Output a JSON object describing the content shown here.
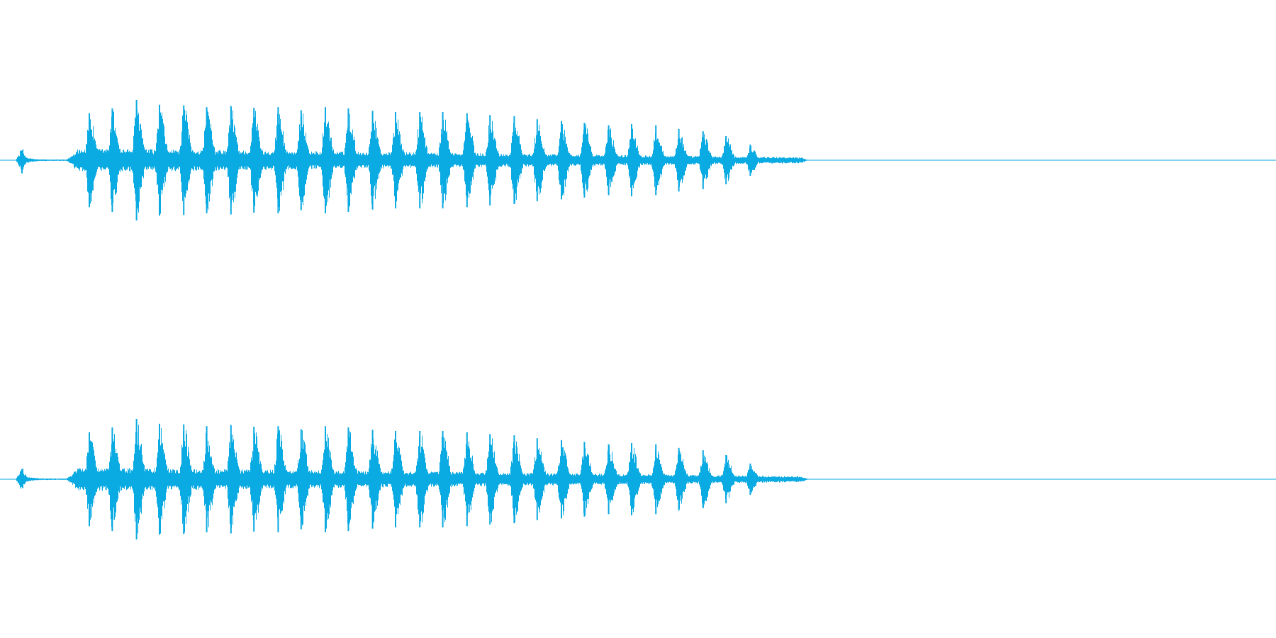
{
  "colors": {
    "background": "#ffffff",
    "waveform": "#0aaae2"
  },
  "chart_data": {
    "type": "area",
    "title": "",
    "xlabel": "",
    "ylabel": "",
    "grid": false,
    "legend": "none",
    "x_domain": [
      0,
      1
    ],
    "y_domain": [
      -1,
      1
    ],
    "channels": [
      {
        "envelope": {
          "x": [
            0.0,
            0.012,
            0.015,
            0.017,
            0.019,
            0.021,
            0.024,
            0.03,
            0.04,
            0.052,
            0.056,
            0.058,
            0.06,
            0.628,
            0.63,
            0.632,
            0.634,
            1.0
          ],
          "upper": [
            0.0,
            0.0,
            0.12,
            0.24,
            0.1,
            0.05,
            0.03,
            0.015,
            0.012,
            0.012,
            0.08,
            0.13,
            0.2,
            0.05,
            0.03,
            0.012,
            0.0,
            0.0
          ],
          "lower_ratio": 1.0
        },
        "bursts": {
          "x": [
            0.07,
            0.088,
            0.107,
            0.125,
            0.144,
            0.162,
            0.181,
            0.199,
            0.218,
            0.236,
            0.255,
            0.273,
            0.292,
            0.31,
            0.329,
            0.347,
            0.366,
            0.384,
            0.403,
            0.421,
            0.44,
            0.458,
            0.477,
            0.495,
            0.514,
            0.532,
            0.551,
            0.569,
            0.588
          ],
          "peak": [
            0.78,
            0.86,
            1.0,
            0.92,
            0.91,
            0.88,
            0.9,
            0.87,
            0.88,
            0.83,
            0.88,
            0.86,
            0.82,
            0.8,
            0.8,
            0.8,
            0.78,
            0.75,
            0.73,
            0.68,
            0.65,
            0.62,
            0.58,
            0.6,
            0.58,
            0.52,
            0.48,
            0.4,
            0.26
          ]
        }
      },
      {
        "envelope": {
          "x": [
            0.0,
            0.012,
            0.015,
            0.017,
            0.019,
            0.021,
            0.024,
            0.03,
            0.04,
            0.052,
            0.056,
            0.058,
            0.06,
            0.628,
            0.63,
            0.632,
            0.634,
            1.0
          ],
          "upper": [
            0.0,
            0.0,
            0.12,
            0.24,
            0.1,
            0.05,
            0.03,
            0.015,
            0.012,
            0.012,
            0.08,
            0.13,
            0.2,
            0.05,
            0.03,
            0.012,
            0.0,
            0.0
          ],
          "lower_ratio": 1.0
        },
        "bursts": {
          "x": [
            0.07,
            0.088,
            0.107,
            0.125,
            0.144,
            0.162,
            0.181,
            0.199,
            0.218,
            0.236,
            0.255,
            0.273,
            0.292,
            0.31,
            0.329,
            0.347,
            0.366,
            0.384,
            0.403,
            0.421,
            0.44,
            0.458,
            0.477,
            0.495,
            0.514,
            0.532,
            0.551,
            0.569,
            0.588
          ],
          "peak": [
            0.78,
            0.86,
            1.0,
            0.92,
            0.91,
            0.88,
            0.9,
            0.87,
            0.88,
            0.83,
            0.88,
            0.86,
            0.82,
            0.8,
            0.8,
            0.8,
            0.78,
            0.75,
            0.73,
            0.68,
            0.65,
            0.62,
            0.58,
            0.6,
            0.58,
            0.52,
            0.48,
            0.4,
            0.26
          ]
        }
      }
    ]
  }
}
